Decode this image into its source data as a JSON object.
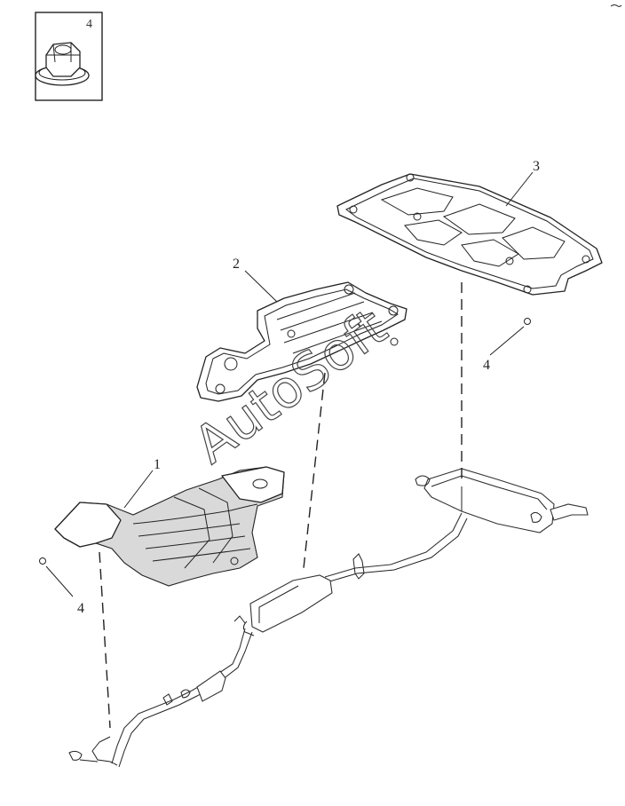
{
  "inset": {
    "label": "4",
    "icon": "flange-nut-icon"
  },
  "callouts": [
    {
      "id": "callout-1",
      "text": "1"
    },
    {
      "id": "callout-2",
      "text": "2"
    },
    {
      "id": "callout-3",
      "text": "3"
    },
    {
      "id": "callout-4-left",
      "text": "4"
    },
    {
      "id": "callout-4-right",
      "text": "4"
    }
  ],
  "watermark": "AutoSoft",
  "colors": {
    "line": "#222222",
    "shade": "#d9d9d9",
    "background": "#ffffff"
  }
}
